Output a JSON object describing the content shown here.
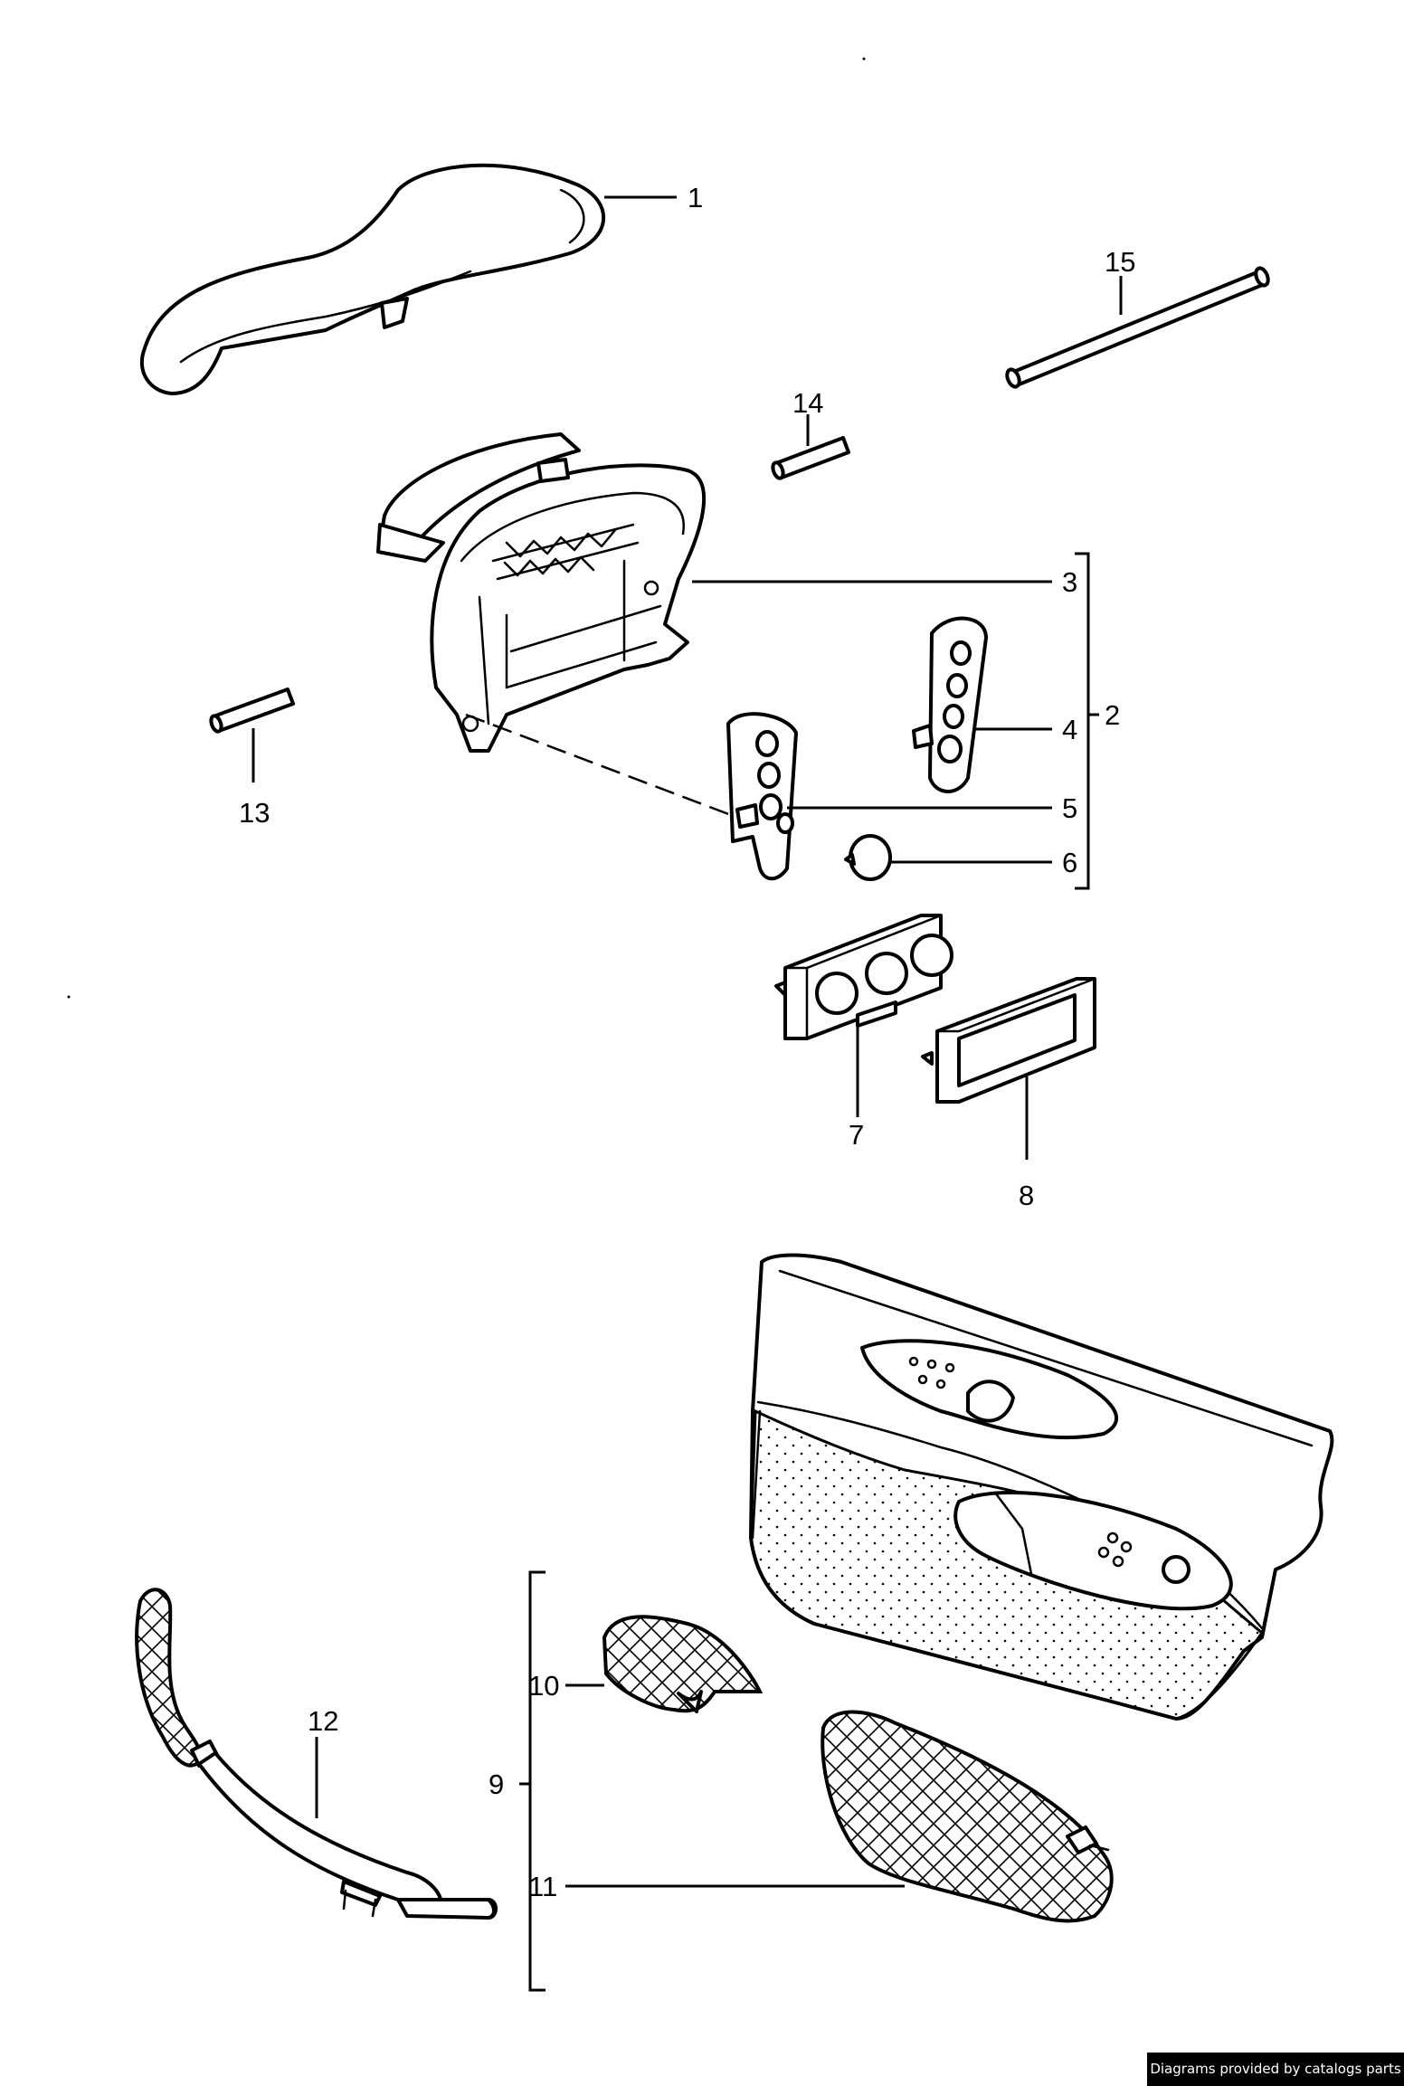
{
  "callouts": {
    "c1": "1",
    "c2": "2",
    "c3": "3",
    "c4": "4",
    "c5": "5",
    "c6": "6",
    "c7": "7",
    "c8": "8",
    "c9": "9",
    "c10": "10",
    "c11": "11",
    "c12": "12",
    "c13": "13",
    "c14": "14",
    "c15": "15"
  },
  "credit": "Diagrams provided by catalogs parts",
  "colors": {
    "line": "#000000",
    "background": "#ffffff",
    "credit_bar": "#000000",
    "credit_text": "#ffffff"
  }
}
